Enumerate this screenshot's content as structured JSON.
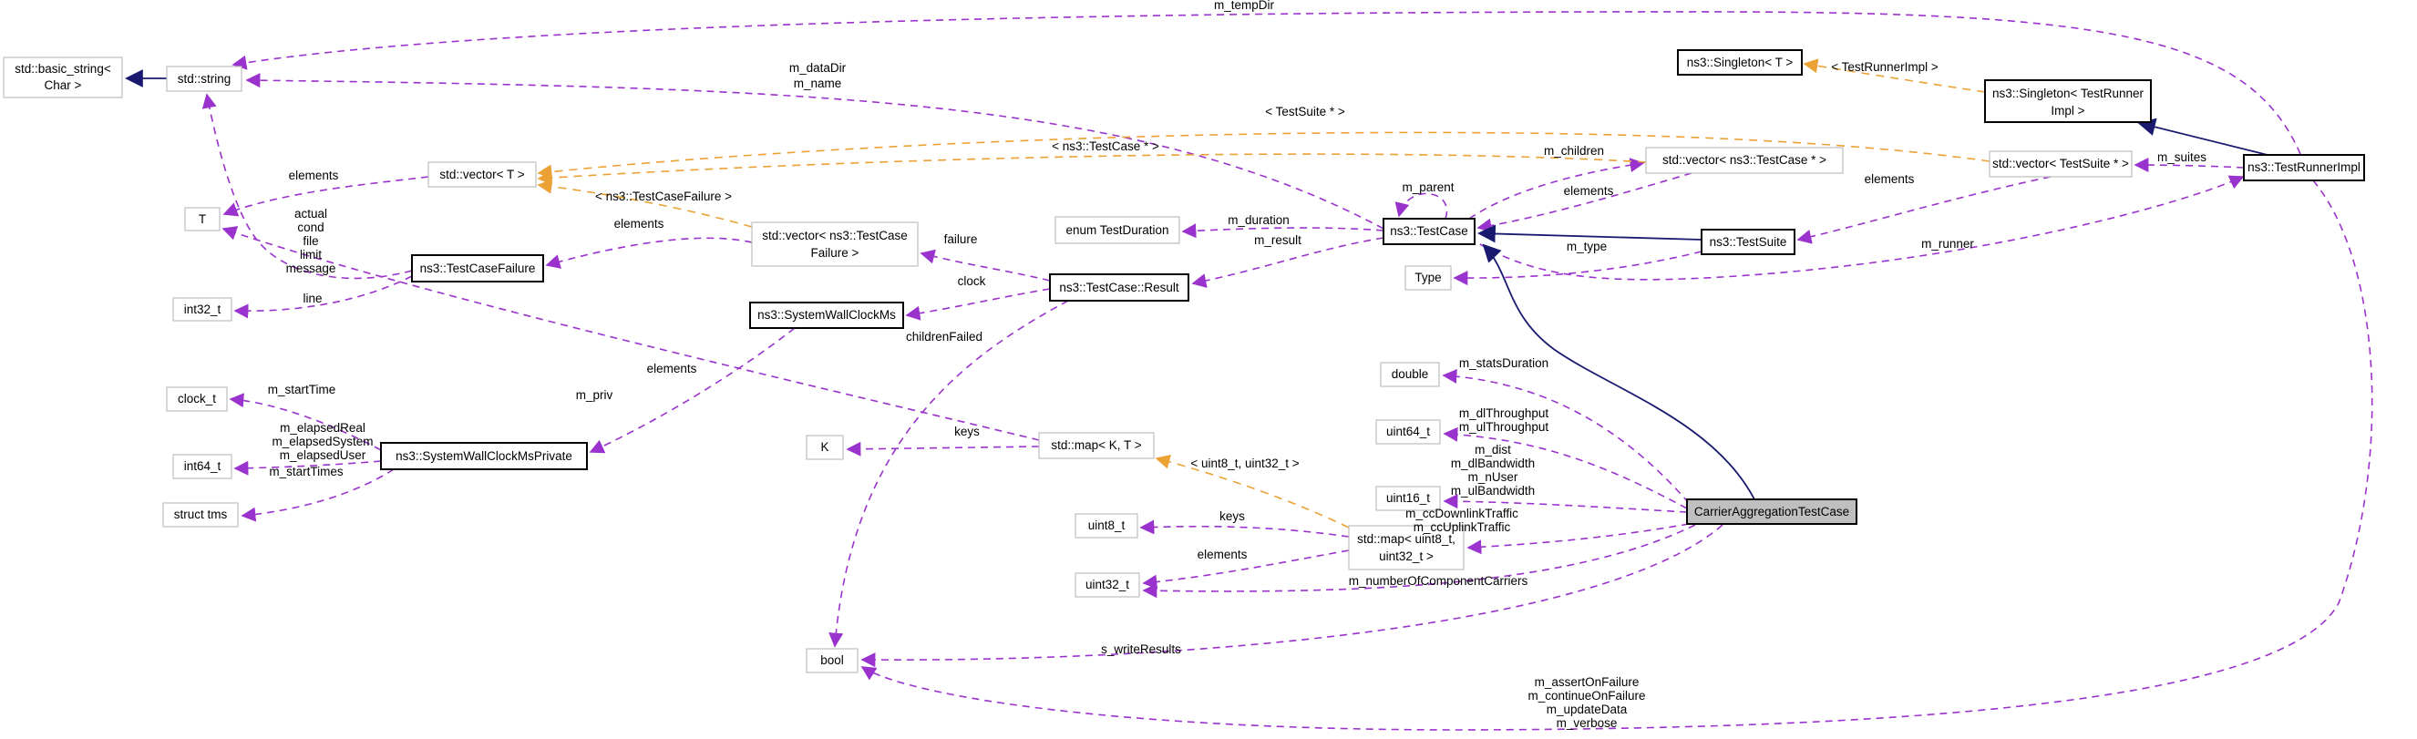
{
  "diagram": {
    "colors": {
      "usage_edge": "#9a32cd",
      "template_edge": "#eca135",
      "inheritance_edge": "#191970",
      "plain_border": "#bfbfbf",
      "doc_border": "#000000",
      "selected_fill": "#bfbfbf",
      "background": "#ffffff"
    },
    "nodes": {
      "basic_string": {
        "line1": "std::basic_string<",
        "line2": "Char >"
      },
      "std_string": {
        "label": "std::string"
      },
      "vector_t": {
        "label": "std::vector< T >"
      },
      "t": {
        "label": "T"
      },
      "int32_t": {
        "label": "int32_t"
      },
      "test_case_failure": {
        "label": "ns3::TestCaseFailure"
      },
      "vector_test_case_failure": {
        "line1": "std::vector< ns3::TestCase",
        "line2": "Failure >"
      },
      "enum_test_duration": {
        "label": "enum TestDuration"
      },
      "test_case": {
        "label": "ns3::TestCase"
      },
      "test_case_result": {
        "label": "ns3::TestCase::Result"
      },
      "system_wall_clock_ms": {
        "label": "ns3::SystemWallClockMs"
      },
      "type": {
        "label": "Type"
      },
      "clock_t": {
        "label": "clock_t"
      },
      "system_wall_clock_ms_private": {
        "label": "ns3::SystemWallClockMsPrivate"
      },
      "int64_t": {
        "label": "int64_t"
      },
      "struct_tms": {
        "label": "struct tms"
      },
      "k": {
        "label": "K"
      },
      "map_k_t": {
        "label": "std::map< K, T >"
      },
      "double": {
        "label": "double"
      },
      "uint64_t": {
        "label": "uint64_t"
      },
      "uint16_t": {
        "label": "uint16_t"
      },
      "uint8_t": {
        "label": "uint8_t"
      },
      "map_uint8_uint32": {
        "line1": "std::map< uint8_t,",
        "line2": "uint32_t >"
      },
      "uint32_t": {
        "label": "uint32_t"
      },
      "bool": {
        "label": "bool"
      },
      "carrier_aggregation_test_case": {
        "label": "CarrierAggregationTestCase"
      },
      "singleton_t": {
        "label": "ns3::Singleton< T >"
      },
      "singleton_test_runner_impl": {
        "line1": "ns3::Singleton< TestRunner",
        "line2": "Impl >"
      },
      "vector_test_case_ptr": {
        "label": "std::vector< ns3::TestCase * >"
      },
      "vector_test_suite_ptr": {
        "label": "std::vector< TestSuite * >"
      },
      "test_runner_impl": {
        "label": "ns3::TestRunnerImpl"
      },
      "test_suite": {
        "label": "ns3::TestSuite"
      }
    },
    "edge_labels": {
      "m_tempDir": "m_tempDir",
      "m_dataDir": "m_dataDir",
      "m_name": "m_name",
      "tpl_test_runner_impl": "< TestRunnerImpl >",
      "tpl_test_suite_ptr": "< TestSuite * >",
      "tpl_test_case_ptr": "< ns3::TestCase * >",
      "tpl_test_case_failure": "< ns3::TestCaseFailure >",
      "tpl_uint8_uint32": "< uint8_t, uint32_t >",
      "m_children": "m_children",
      "elements_children": "elements",
      "elements_suites": "elements",
      "elements_tcf": "elements",
      "elements_vec_t": "elements",
      "elements_map_kt": "elements",
      "elements_map_u8": "elements",
      "m_suites": "m_suites",
      "m_runner": "m_runner",
      "m_parent": "m_parent",
      "m_type": "m_type",
      "m_duration": "m_duration",
      "m_result": "m_result",
      "failure": "failure",
      "clock": "clock",
      "childrenFailed": "childrenFailed",
      "line": "line",
      "actual": "actual",
      "cond": "cond",
      "file": "file",
      "limit": "limit",
      "message": "message",
      "m_priv": "m_priv",
      "m_startTime": "m_startTime",
      "m_elapsedReal": "m_elapsedReal",
      "m_elapsedSystem": "m_elapsedSystem",
      "m_elapsedUser": "m_elapsedUser",
      "m_startTimes": "m_startTimes",
      "keys_map_kt": "keys",
      "keys_map_u8": "keys",
      "m_statsDuration": "m_statsDuration",
      "m_dlThroughput": "m_dlThroughput",
      "m_ulThroughput": "m_ulThroughput",
      "m_dist": "m_dist",
      "m_dlBandwidth": "m_dlBandwidth",
      "m_nUser": "m_nUser",
      "m_ulBandwidth": "m_ulBandwidth",
      "m_ccDownlinkTraffic": "m_ccDownlinkTraffic",
      "m_ccUplinkTraffic": "m_ccUplinkTraffic",
      "m_numberOfComponentCarriers": "m_numberOfComponentCarriers",
      "s_writeResults": "s_writeResults",
      "m_assertOnFailure": "m_assertOnFailure",
      "m_continueOnFailure": "m_continueOnFailure",
      "m_updateData": "m_updateData",
      "m_verbose": "m_verbose"
    }
  }
}
